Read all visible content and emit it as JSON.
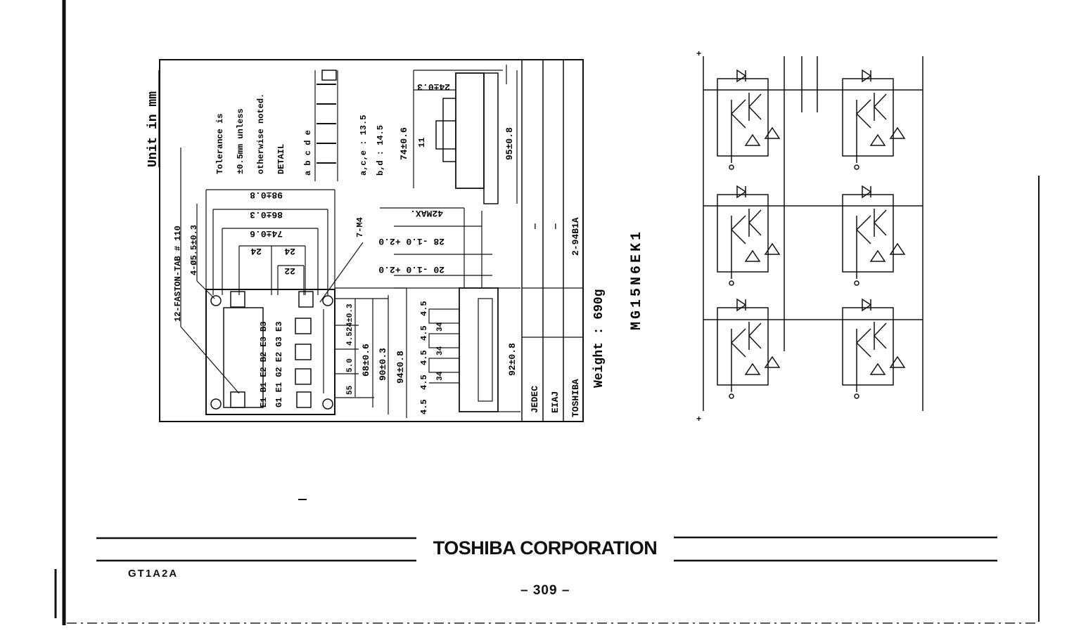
{
  "drawing": {
    "unit_label": "Unit in mm",
    "tolerance_note": [
      "Tolerance is",
      "±0.5mm unless",
      "otherwise noted.",
      "DETAIL"
    ],
    "detail_letters": "a b c d e",
    "detail_values": [
      "a,c,e : 13.5",
      "b,d : 14.5"
    ],
    "faston_tab": "12-FASTON-TAB # 110",
    "holes": "4-Ø5.5±0.3",
    "screws": "7-M4",
    "dims": {
      "d98": "98±0.8",
      "d86": "86±0.3",
      "d74": "74±0.6",
      "d24a": "24",
      "d24b": "24",
      "d22": "22",
      "h42": "42MAX.",
      "h28": "28 -1.0 +2.0",
      "h20": "20 -1.0 +2.0",
      "v95": "95±0.8",
      "v74": "74±0.6",
      "v11": "11",
      "v24": "24±0.3",
      "v55": "55",
      "v50": "5.0",
      "v45": "4.5",
      "v68": "68±0.6",
      "v90": "90±0.3",
      "v94": "94±0.8",
      "v92": "92±0.8",
      "pins": [
        "4.5",
        "4.5",
        "4.5",
        "4.5",
        "4.5"
      ],
      "pin_len": [
        "34",
        "34",
        "34"
      ]
    },
    "pin_labels": [
      "E1 B1 E2 B2 E3 B3",
      "G1 E1 G2 E2 G3 E3"
    ],
    "table": {
      "rows": [
        {
          "label": "JEDEC",
          "value": "—"
        },
        {
          "label": "EIAJ",
          "value": "—"
        },
        {
          "label": "TOSHIBA",
          "value": "2-94B1A"
        }
      ]
    },
    "weight": "Weight : 690g",
    "part_number": "MG15N6EK1"
  },
  "footer": {
    "company": "TOSHIBA CORPORATION",
    "doc_code": "GT1A2A",
    "page": "– 309 –"
  },
  "colors": {
    "ink": "#111111",
    "paper": "#ffffff"
  }
}
